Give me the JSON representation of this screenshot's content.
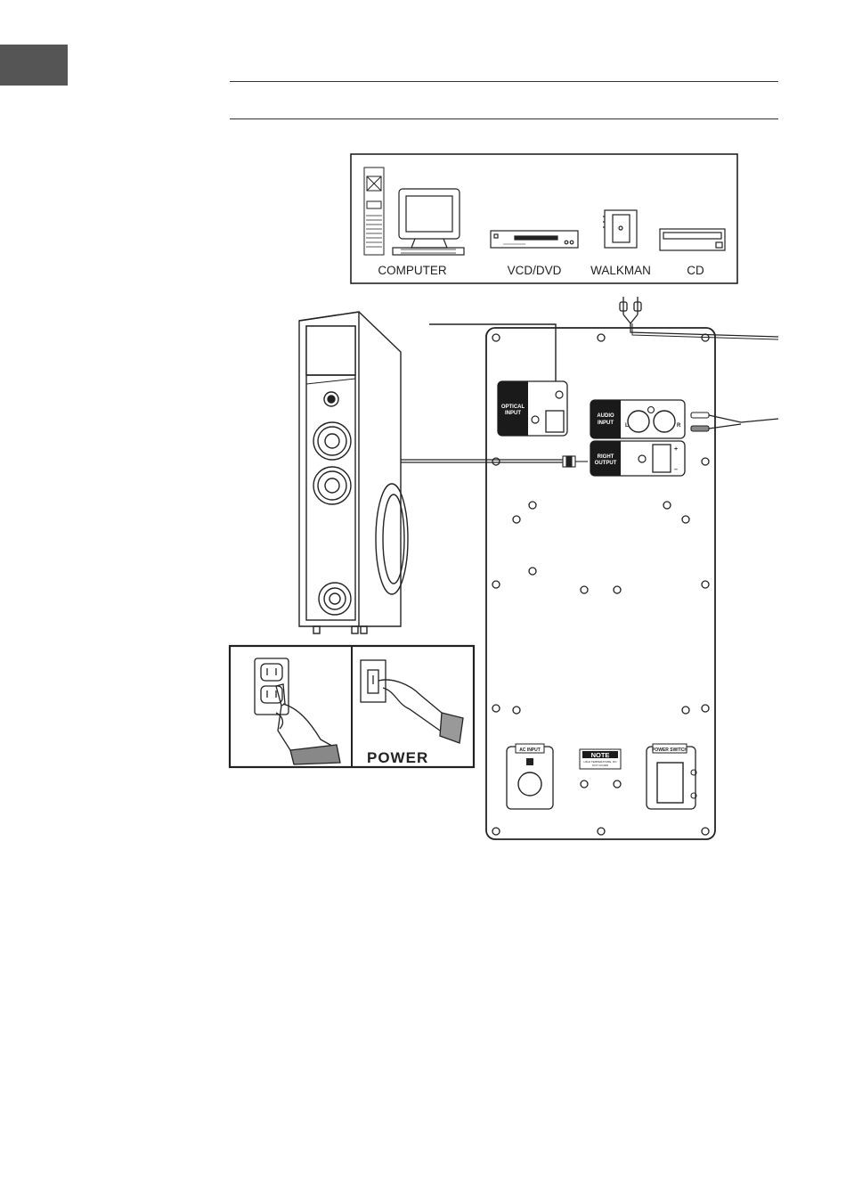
{
  "sources": {
    "computer": "COMPUTER",
    "vcd_dvd": "VCD/DVD",
    "walkman": "WALKMAN",
    "cd": "CD"
  },
  "panel": {
    "optical_line1": "OPTICAL",
    "optical_line2": "INPUT",
    "audio_line1": "AUDIO",
    "audio_line2": "INPUT",
    "audio_left": "L",
    "audio_right": "R",
    "right_output_line1": "RIGHT",
    "right_output_line2": "OUTPUT",
    "polarity_plus": "+",
    "polarity_minus": "–",
    "ac_input": "AC INPUT",
    "note_title": "NOTE",
    "note_line1": "HIGH TEMPERATURE, DO",
    "note_line2": "NOT COVER",
    "power_switch": "POWER SWITCH"
  },
  "power_label": "POWER",
  "colors": {
    "tab": "#555555",
    "ink": "#222222",
    "label_bg": "#1a1a1a"
  }
}
